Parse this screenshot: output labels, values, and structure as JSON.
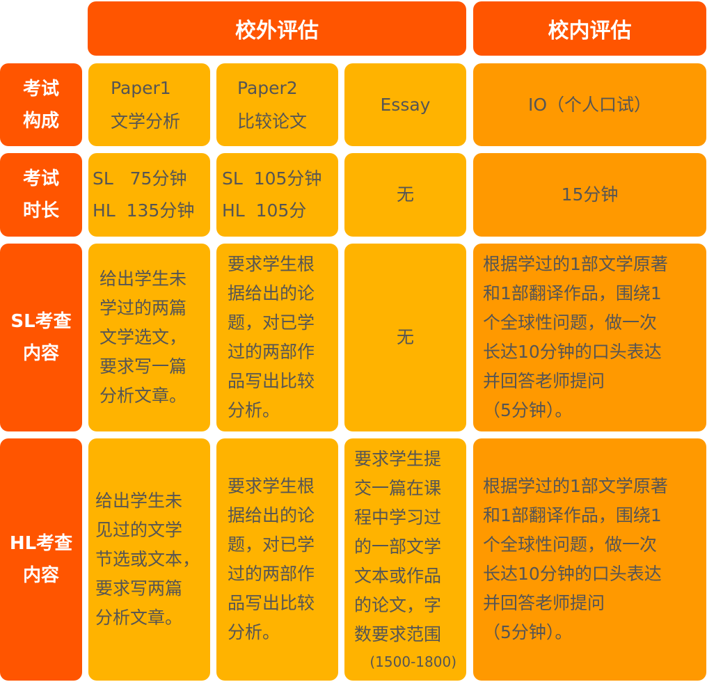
{
  "headers": {
    "external": "校外评估",
    "internal": "校内评估"
  },
  "row_headers": [
    "考试\n构成",
    "考试\n时长",
    "SL考查\n内容",
    "HL考查\n内容"
  ],
  "colors": {
    "header": "#FF5500",
    "cell": "#FFB300",
    "internal_cell": "#FF9900",
    "text": "#555555"
  },
  "rows": {
    "composition": [
      "Paper1\n文学分析",
      "Paper2\n比较论文",
      "Essay",
      "IO（个人口试）"
    ],
    "duration": [
      "SL   75分钟\nHL  135分钟",
      "SL  105分钟\nHL  105分",
      "无",
      "15分钟"
    ],
    "sl_content": [
      "给出学生未\n学过的两篇\n文学选文，\n要求写一篇\n分析文章。",
      "要求学生根\n据给出的论\n题，对已学\n过的两部作\n品写出比较\n分析。",
      "无",
      "根据学过的1部文学原著\n和1部翻译作品，围绕1\n个全球性问题，做一次\n长达10分钟的口头表达\n并回答老师提问\n（5分钟）。"
    ],
    "hl_content": [
      "给出学生未\n见过的文学\n节选或文本，\n要求写两篇\n分析文章。",
      "要求学生根\n据给出的论\n题，对已学\n过的两部作\n品写出比较\n分析。",
      "要求学生提\n交一篇在课\n程中学习过\n的一部文学\n文本或作品\n的论文，字\n数要求范围",
      "根据学过的1部文学原著\n和1部翻译作品，围绕1\n个全球性问题，做一次\n长达10分钟的口头表达\n并回答老师提问\n（5分钟）。"
    ],
    "hl_essay_range": "(1500-1800)"
  }
}
